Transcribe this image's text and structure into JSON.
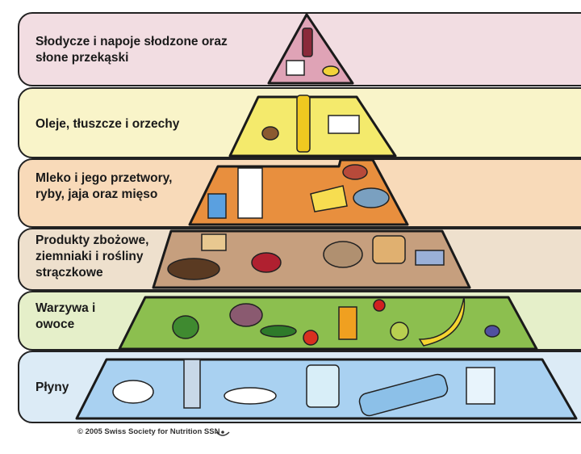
{
  "levels": [
    {
      "label_line1": "Słodycze i napoje słodzone oraz",
      "label_line2": "słone przekąski",
      "band_color": "#f2dde2",
      "pyramid_color": "#dfa3b6"
    },
    {
      "label_line1": "Oleje, tłuszcze i orzechy",
      "band_color": "#f9f4c9",
      "pyramid_color": "#f4ea6c"
    },
    {
      "label_line1": "Mleko i jego przetwory,",
      "label_line2": "ryby, jaja oraz mięso",
      "band_color": "#f8dab9",
      "pyramid_color": "#e88f3e"
    },
    {
      "label_line1": "Produkty zbożowe,",
      "label_line2": "ziemniaki i rośliny",
      "label_line3": "strączkowe",
      "band_color": "#eee0cd",
      "pyramid_color": "#c69f7e"
    },
    {
      "label_line1": "Warzywa i",
      "label_line2": "owoce",
      "band_color": "#e5efc9",
      "pyramid_color": "#8cbf4f"
    },
    {
      "label_line1": "Płyny",
      "band_color": "#dcebf6",
      "pyramid_color": "#a9d1f1"
    }
  ],
  "credit": "© 2005 Swiss Society for Nutrition SSN",
  "logo_icon": "ssn-smile-logo"
}
